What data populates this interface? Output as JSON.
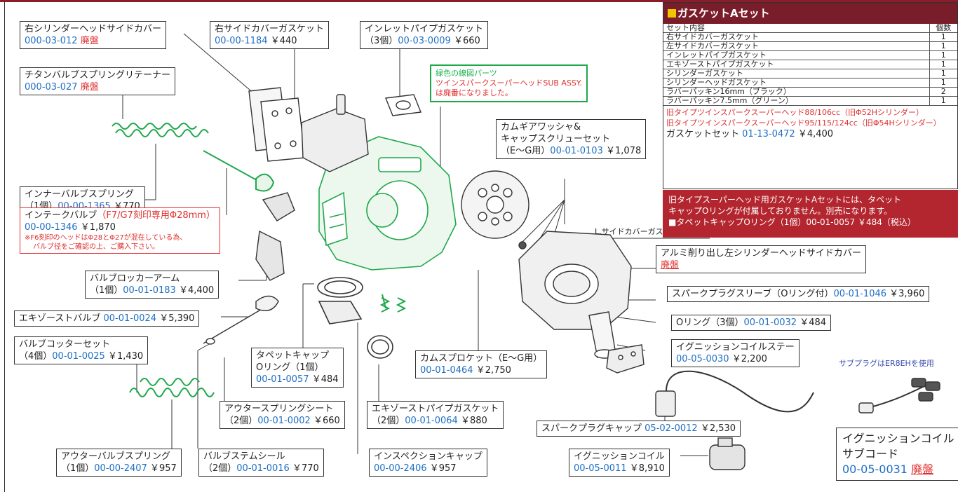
{
  "labels": {
    "right_cyl_head_cover": {
      "name": "右シリンダーヘッドサイドカバー",
      "pn": "000-03-012",
      "status": "廃盤"
    },
    "right_side_gasket": {
      "name": "右サイドカバーガスケット",
      "pn": "00-00-1184",
      "price": "￥440"
    },
    "inlet_gasket": {
      "name": "インレットパイプガスケット",
      "qty": "（3個）",
      "pn": "00-03-0009",
      "price": "￥660"
    },
    "titan_retainer": {
      "name": "チタンバルブスプリングリテーナー",
      "pn": "000-03-027",
      "status": "廃盤"
    },
    "green_note": {
      "line1": "緑色の線図パーツ",
      "line2": "ツインスパークスーパーヘッドSUB ASSY.",
      "line3": "は廃番になりました。"
    },
    "cam_washer": {
      "line1": "カムギアワッシャ&",
      "line2": "キャップスクリューセット",
      "qty": "（E～G用）",
      "pn": "00-01-0103",
      "price": "￥1,078"
    },
    "inner_spring": {
      "name": "インナーバルブスプリング",
      "qty": "（1個）",
      "pn": "00-00-1365",
      "price": "￥770"
    },
    "intake_valve": {
      "name": "インテークバルブ",
      "spec": "（F7/G7刻印専用Φ28mm）",
      "pn": "00-00-1346",
      "price": "￥1,870",
      "note1": "※F6刻印のヘッドはΦ28とΦ27が混在している為、",
      "note2": "バルブ径をご確認の上、ご購入下さい。"
    },
    "l_side_gasket": {
      "name": "L.サイドカバーガスケット"
    },
    "alu_cover": {
      "name": "アルミ削り出し左シリンダーヘッドサイドカバー",
      "status": "廃盤"
    },
    "rocker_arm": {
      "name": "バルブロッカーアーム",
      "qty": "（1個）",
      "pn": "00-01-0183",
      "price": "￥4,400"
    },
    "plug_sleeve": {
      "name": "スパークプラグスリーブ（Oリング付）",
      "pn": "00-01-1046",
      "price": "￥3,960"
    },
    "exhaust_valve": {
      "name": "エキゾーストバルブ",
      "pn": "00-01-0024",
      "price": "￥5,390"
    },
    "o_ring": {
      "name": "Oリング（3個）",
      "pn": "00-01-0032",
      "price": "￥484"
    },
    "cotter_set": {
      "name": "バルブコッターセット",
      "qty": "（4個）",
      "pn": "00-01-0025",
      "price": "￥1,430"
    },
    "tappet_oring": {
      "line1": "タペットキャップ",
      "line2": "Oリング（1個）",
      "pn": "00-01-0057",
      "price": "￥484"
    },
    "cam_sprocket": {
      "name": "カムスプロケット（E～G用）",
      "pn": "00-01-0464",
      "price": "￥2,750"
    },
    "coil_stay": {
      "name": "イグニッションコイルステー",
      "pn": "00-05-0030",
      "price": "￥2,200"
    },
    "sub_plug_note": {
      "text": "サブプラグはER8EHを使用"
    },
    "outer_seat": {
      "name": "アウタースプリングシート",
      "qty": "（2個）",
      "pn": "00-01-0002",
      "price": "￥660"
    },
    "exhaust_gasket": {
      "name": "エキゾーストパイプガスケット",
      "qty": "（2個）",
      "pn": "00-01-0064",
      "price": "￥880"
    },
    "plug_cap": {
      "name": "スパークプラグキャップ",
      "pn": "05-02-0012",
      "price": "￥2,530"
    },
    "outer_spring": {
      "name": "アウターバルブスプリング",
      "qty": "（1個）",
      "pn": "00-00-2407",
      "price": "￥957"
    },
    "stem_seal": {
      "name": "バルブステムシール",
      "qty": "（2個）",
      "pn": "00-01-0016",
      "price": "￥770"
    },
    "inspection_cap": {
      "name": "インスペクションキャップ",
      "pn": "00-00-2406",
      "price": "￥957"
    },
    "ign_coil": {
      "name": "イグニッションコイル",
      "pn": "00-05-0011",
      "price": "￥8,910"
    },
    "sub_cord": {
      "line1": "イグニッションコイル",
      "line2": "サブコード",
      "pn": "00-05-0031",
      "status": "廃盤"
    }
  },
  "gasket_set": {
    "title": "ガスケットAセット",
    "col_content": "セット内容",
    "col_qty": "個数",
    "rows": [
      {
        "name": "右サイドカバーガスケット",
        "qty": "1"
      },
      {
        "name": "左サイドカバーガスケット",
        "qty": "1"
      },
      {
        "name": "インレットパイプガスケット",
        "qty": "1"
      },
      {
        "name": "エキゾーストパイプガスケット",
        "qty": "1"
      },
      {
        "name": "シリンダーガスケット",
        "qty": "1"
      },
      {
        "name": "シリンダーヘッドガスケット",
        "qty": "1"
      },
      {
        "name": "ラバーパッキン16mm（ブラック）",
        "qty": "2"
      },
      {
        "name": "ラバーパッキン7.5mm（グリーン）",
        "qty": "1"
      }
    ],
    "old1": "旧タイプツインスパークスーパーヘッド88/106cc（旧Φ52Hシリンダー）",
    "old2": "旧タイプツインスパークスーパーヘッド95/115/124cc（旧Φ54Hシリンダー）",
    "set_label": "ガスケットセット",
    "set_pn": "01-13-0472",
    "set_price": "￥4,400"
  },
  "warning": {
    "line1": "旧タイプスーパーヘッド用ガスケットAセットには、タペット",
    "line2": "キャップOリングが付属しておりません。別売になります。",
    "line3": "■タペットキャップOリング（1個）00-01-0057 ￥484（税込）"
  },
  "colors": {
    "brand": "#7a1d2a",
    "warning_bg": "#b3262f",
    "part_number": "#1f6fc4",
    "discontinued": "#e03030",
    "green_parts": "#19b14a"
  }
}
